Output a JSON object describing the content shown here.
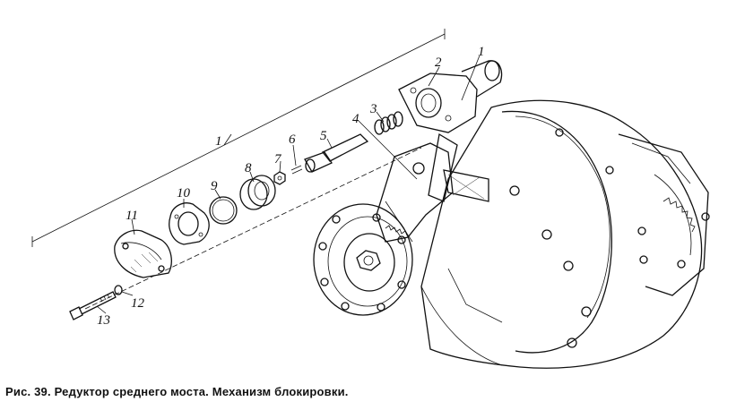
{
  "figure": {
    "caption": "Рис. 39. Редуктор среднего моста. Механизм блокировки.",
    "callouts": [
      "1",
      "2",
      "3",
      "4",
      "5",
      "6",
      "7",
      "8",
      "9",
      "10",
      "11",
      "12",
      "13"
    ]
  },
  "colors": {
    "ink": "#111111",
    "paper": "#ffffff"
  }
}
